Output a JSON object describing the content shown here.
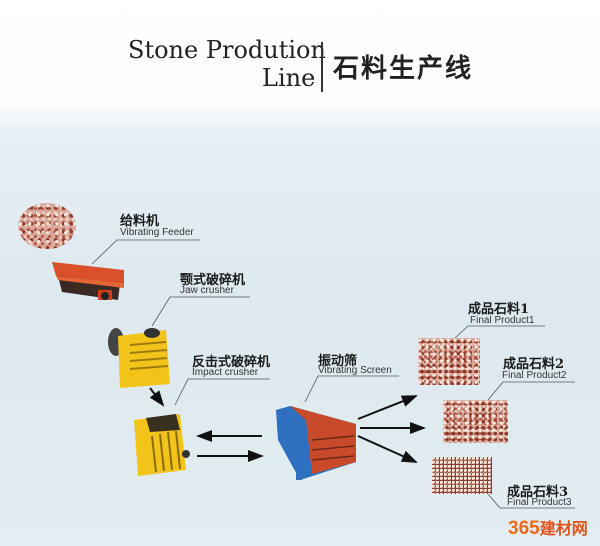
{
  "title": {
    "en_line1": "Stone Prodution",
    "en_line2": "Line",
    "cn": "石料生产线"
  },
  "machines": [
    {
      "cn": "给料机",
      "en": "Vibrating Feeder"
    },
    {
      "cn": "颚式破碎机",
      "en": "Jaw crusher"
    },
    {
      "cn": "反击式破碎机",
      "en": "Impact crusher"
    },
    {
      "cn": "振动筛",
      "en": "Vibrating Screen"
    }
  ],
  "products": [
    {
      "cn": "成品石料1",
      "en": "Final Product1"
    },
    {
      "cn": "成品石料2",
      "en": "Final Product2"
    },
    {
      "cn": "成品石料3",
      "en": "Final Product3"
    }
  ],
  "watermark": {
    "num": "365",
    "text": "建材网"
  },
  "colors": {
    "feeder": "#d9502a",
    "crusher": "#f2c419",
    "screen_blue": "#2e6fc0",
    "screen_red": "#c94a2a",
    "watermark": "#ea6a1b"
  }
}
